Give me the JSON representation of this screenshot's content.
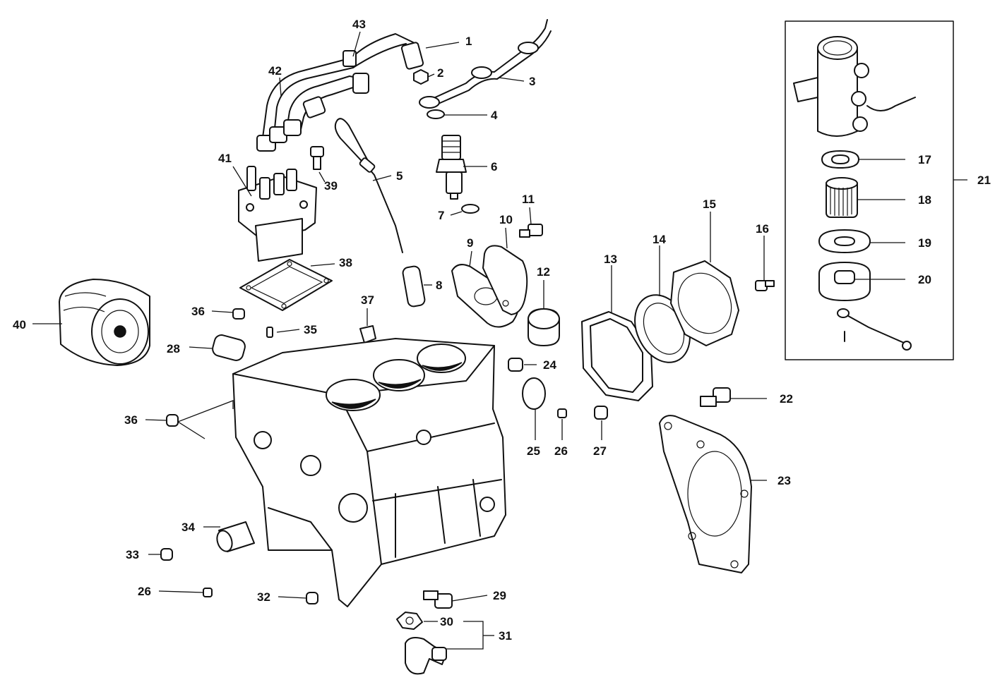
{
  "diagram": {
    "callouts": [
      "1",
      "2",
      "3",
      "4",
      "5",
      "6",
      "7",
      "8",
      "9",
      "10",
      "11",
      "12",
      "13",
      "14",
      "15",
      "16",
      "17",
      "18",
      "19",
      "20",
      "21",
      "22",
      "23",
      "24",
      "25",
      "26",
      "27",
      "28",
      "29",
      "30",
      "31",
      "32",
      "33",
      "34",
      "35",
      "36",
      "37",
      "38",
      "39",
      "40",
      "41",
      "42",
      "43"
    ]
  }
}
